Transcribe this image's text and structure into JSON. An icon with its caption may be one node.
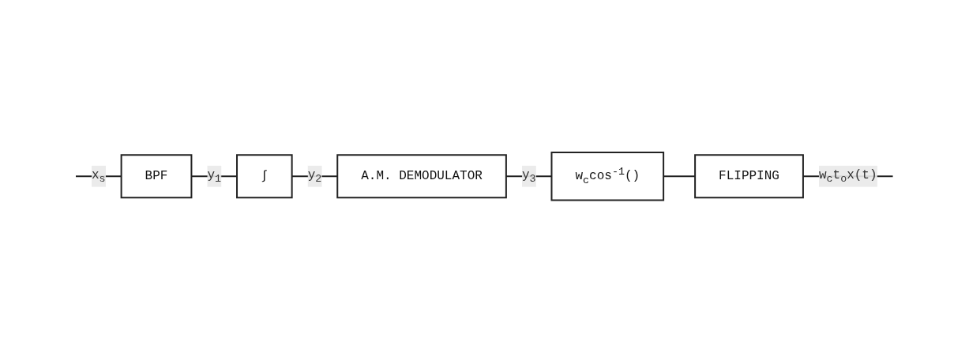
{
  "diagram": {
    "nodes": [
      {
        "text": [
          "BPF"
        ]
      },
      {
        "text": [
          "∫"
        ]
      },
      {
        "text": [
          "A.M. DEMODULATOR"
        ]
      },
      {
        "text": [
          "w$_{c}$cos$^{-1}$()"
        ]
      },
      {
        "text": [
          "FLIPPING"
        ]
      }
    ],
    "edges": [
      {
        "from": null,
        "to": 0,
        "arrow": "none",
        "label": "x$_{s}$"
      },
      {
        "from": 0,
        "to": 1,
        "arrow": "none",
        "label": "y$_{1}$"
      },
      {
        "from": 1,
        "to": 2,
        "arrow": "none",
        "label": "y$_{2}$"
      },
      {
        "from": 2,
        "to": 3,
        "arrow": "none",
        "label": "y$_{3}$"
      },
      {
        "from": 3,
        "to": 4,
        "arrow": "none"
      },
      {
        "from": 4,
        "to": null,
        "arrow": "none",
        "label": "w$_{c}$t$_{o}$x(t)"
      }
    ]
  }
}
